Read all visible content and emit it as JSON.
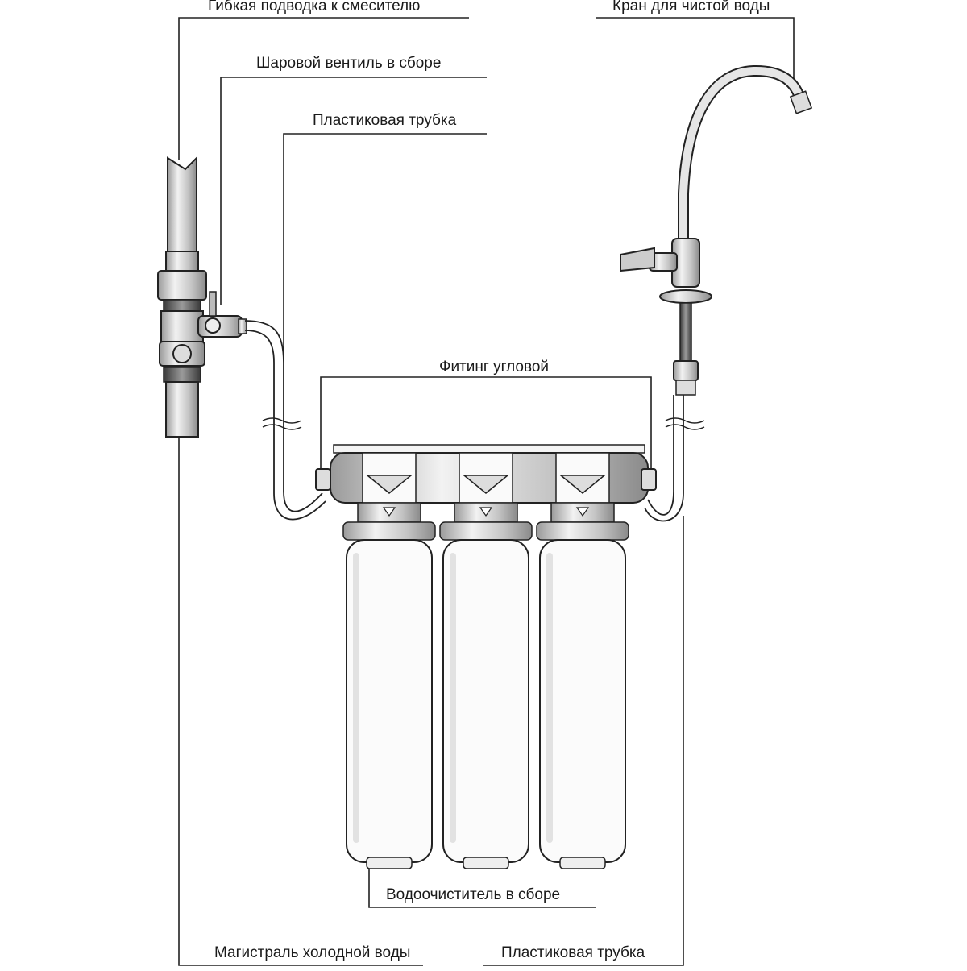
{
  "labels": {
    "flex_hose": "Гибкая подводка к смесителю",
    "ball_valve": "Шаровой вентиль в сборе",
    "plastic_tube_top": "Пластиковая трубка",
    "faucet": "Кран для чистой воды",
    "angle_fitting": "Фитинг угловой",
    "purifier": "Водоочиститель в сборе",
    "cold_main": "Магистраль холодной воды",
    "plastic_tube_bottom": "Пластиковая трубка"
  }
}
